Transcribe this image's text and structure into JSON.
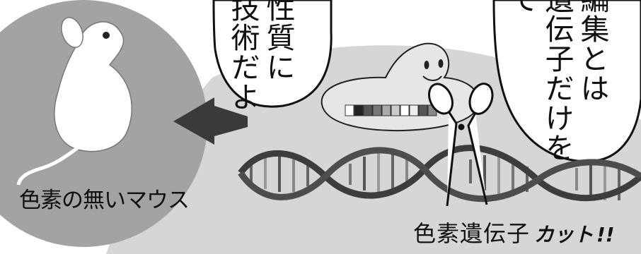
{
  "speech_left": {
    "lines": [
      "性質に",
      "技術だよ"
    ]
  },
  "speech_right": {
    "lines": [
      "編集とは",
      "遺伝子だけを",
      "て"
    ]
  },
  "mouse_label": "色素の無いマウス",
  "cut_caption": {
    "gene": "色素遺伝子",
    "cut": "カット",
    "exclaim": "!!"
  }
}
